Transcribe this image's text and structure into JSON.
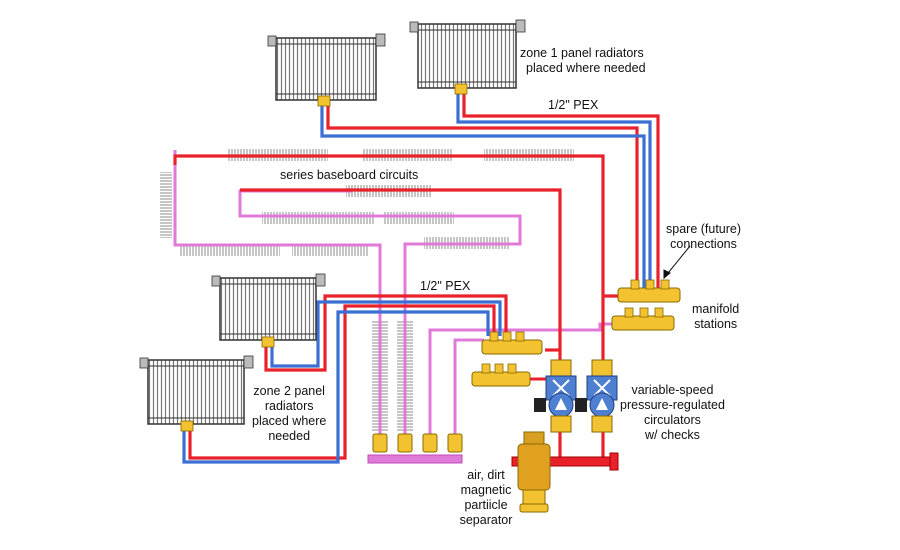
{
  "labels": {
    "zone1": [
      "zone 1 panel radiators",
      "placed where needed"
    ],
    "pex_top": "1/2\" PEX",
    "series_baseboard": "series baseboard circuits",
    "spare": [
      "spare (future)",
      "connections"
    ],
    "pex_mid": "1/2\" PEX",
    "manifold": [
      "manifold",
      "stations"
    ],
    "zone2": [
      "zone 2 panel",
      "radiators",
      "placed where",
      "needed"
    ],
    "circulators": [
      "variable-speed",
      "pressure-regulated",
      "circulators",
      "w/ checks"
    ],
    "separator": [
      "air, dirt",
      "magnetic",
      "partiicle",
      "separator"
    ]
  },
  "colors": {
    "supply": "#e8212b",
    "return": "#3b6fd4",
    "baseboard_loop": "#e07ad9",
    "brass": "#f2c230",
    "pump_blue": "#4f7fd0",
    "fin": "#8c8c8c",
    "radiator_outline": "#333333"
  }
}
